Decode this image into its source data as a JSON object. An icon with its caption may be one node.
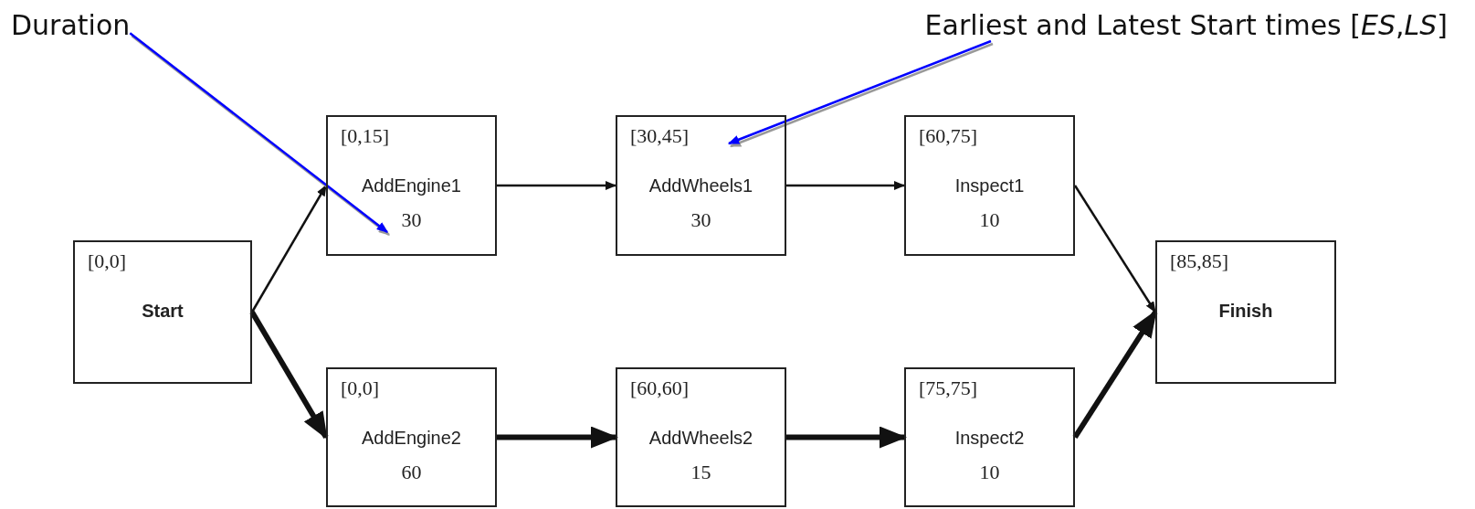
{
  "diagram": {
    "nodes": [
      {
        "text": [
          "Duration"
        ]
      },
      {
        "text": [
          "Earliest and Latest Start times [*ES*,*LS*]"
        ]
      },
      {
        "text": [
          "[0,0]",
          "Start"
        ]
      },
      {
        "text": [
          "[0,15]",
          "AddEngine1",
          "30"
        ]
      },
      {
        "text": [
          "[30,45]",
          "AddWheels1",
          "30"
        ]
      },
      {
        "text": [
          "[60,75]",
          "Inspect1",
          "10"
        ]
      },
      {
        "text": [
          "[0,0]",
          "AddEngine2",
          "60"
        ]
      },
      {
        "text": [
          "[60,60]",
          "AddWheels2",
          "15"
        ]
      },
      {
        "text": [
          "[75,75]",
          "Inspect2",
          "10"
        ]
      },
      {
        "text": [
          "[85,85]",
          "Finish"
        ]
      }
    ],
    "edges": [
      {
        "from": 2,
        "to": 3,
        "arrow": "to"
      },
      {
        "from": 2,
        "to": 6,
        "arrow": "to",
        "style": "thick"
      },
      {
        "from": 3,
        "to": 4,
        "arrow": "to"
      },
      {
        "from": 4,
        "to": 5,
        "arrow": "to"
      },
      {
        "from": 5,
        "to": 9,
        "arrow": "to"
      },
      {
        "from": 6,
        "to": 7,
        "arrow": "to",
        "style": "thick"
      },
      {
        "from": 7,
        "to": 8,
        "arrow": "to",
        "style": "thick"
      },
      {
        "from": 8,
        "to": 9,
        "arrow": "to",
        "style": "thick"
      },
      {
        "from": 0,
        "to": 3,
        "arrow": "to",
        "color": "#0000ff"
      },
      {
        "from": 1,
        "to": 4,
        "arrow": "to",
        "color": "#0000ff"
      }
    ]
  }
}
